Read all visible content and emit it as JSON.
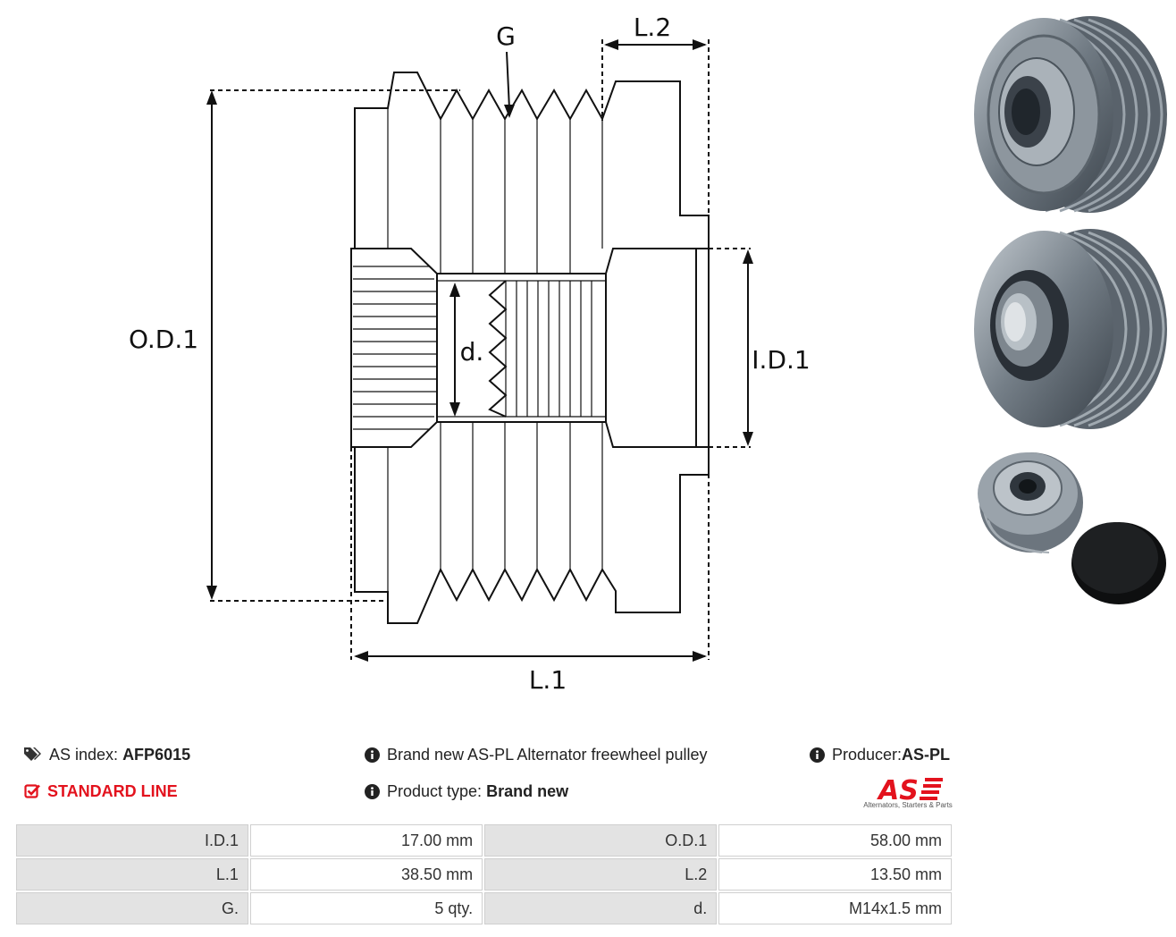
{
  "diagram": {
    "labels": {
      "g": "G",
      "l2": "L.2",
      "od1": "O.D.1",
      "id1": "I.D.1",
      "d": "d.",
      "l1": "L.1"
    }
  },
  "info": {
    "as_index_label": "AS index:",
    "as_index_value": "AFP6015",
    "line": "STANDARD LINE",
    "description": "Brand new AS-PL Alternator freewheel pulley",
    "product_type_label": "Product type:",
    "product_type_value": "Brand new",
    "producer_label": "Producer:",
    "producer_value": "AS-PL"
  },
  "brand": {
    "logo_text": "AS",
    "tagline": "Alternators, Starters & Parts",
    "accent": "#e3121d"
  },
  "specs": [
    [
      {
        "key": "I.D.1",
        "value": "17.00 mm"
      },
      {
        "key": "O.D.1",
        "value": "58.00 mm"
      }
    ],
    [
      {
        "key": "L.1",
        "value": "38.50 mm"
      },
      {
        "key": "L.2",
        "value": "13.50 mm"
      }
    ],
    [
      {
        "key": "G.",
        "value": "5 qty."
      },
      {
        "key": "d.",
        "value": "M14x1.5 mm"
      }
    ]
  ]
}
